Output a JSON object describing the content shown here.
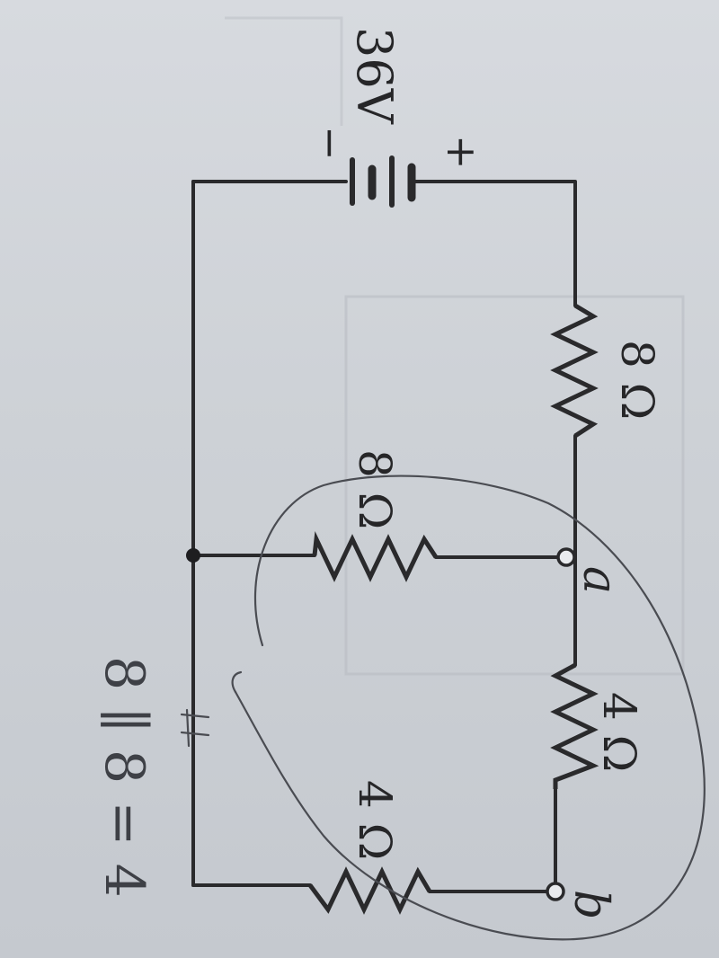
{
  "circuit": {
    "source": {
      "voltage_label": "36V",
      "plus": "+",
      "minus": "−"
    },
    "resistors": [
      {
        "id": "r1",
        "label": "8 Ω"
      },
      {
        "id": "r2",
        "label": "8 Ω"
      },
      {
        "id": "r3",
        "label": "4 Ω"
      },
      {
        "id": "r4",
        "label": "4 Ω"
      }
    ],
    "nodes": [
      {
        "id": "a",
        "label": "a"
      },
      {
        "id": "b",
        "label": "b"
      }
    ]
  },
  "handwriting": {
    "note": "8 ∥ 8 = 4",
    "tick_mark": "⧺"
  },
  "colors": {
    "paper": "#cfd3d8",
    "ink": "#2a2a2c",
    "pencil": "#4a4c52"
  }
}
